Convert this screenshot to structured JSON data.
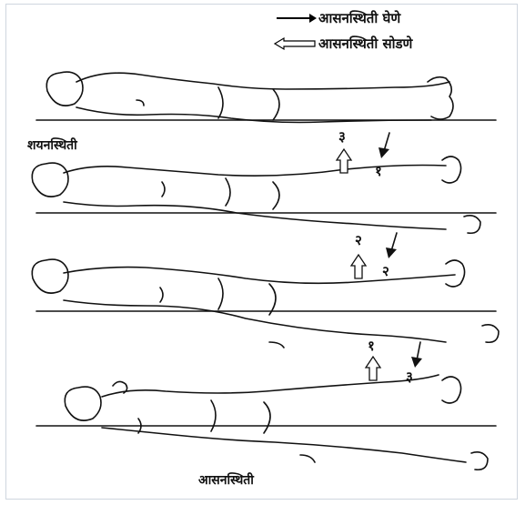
{
  "legend": {
    "take_position": "आसनस्थिती घेणे",
    "release_position": "आसनस्थिती सोडणे"
  },
  "labels": {
    "supine_position": "शयनस्थिती",
    "asana_position": "आसनस्थिती"
  },
  "steps": [
    {
      "release": "३",
      "take": "१"
    },
    {
      "release": "२",
      "take": "२"
    },
    {
      "release": "१",
      "take": "३"
    }
  ]
}
